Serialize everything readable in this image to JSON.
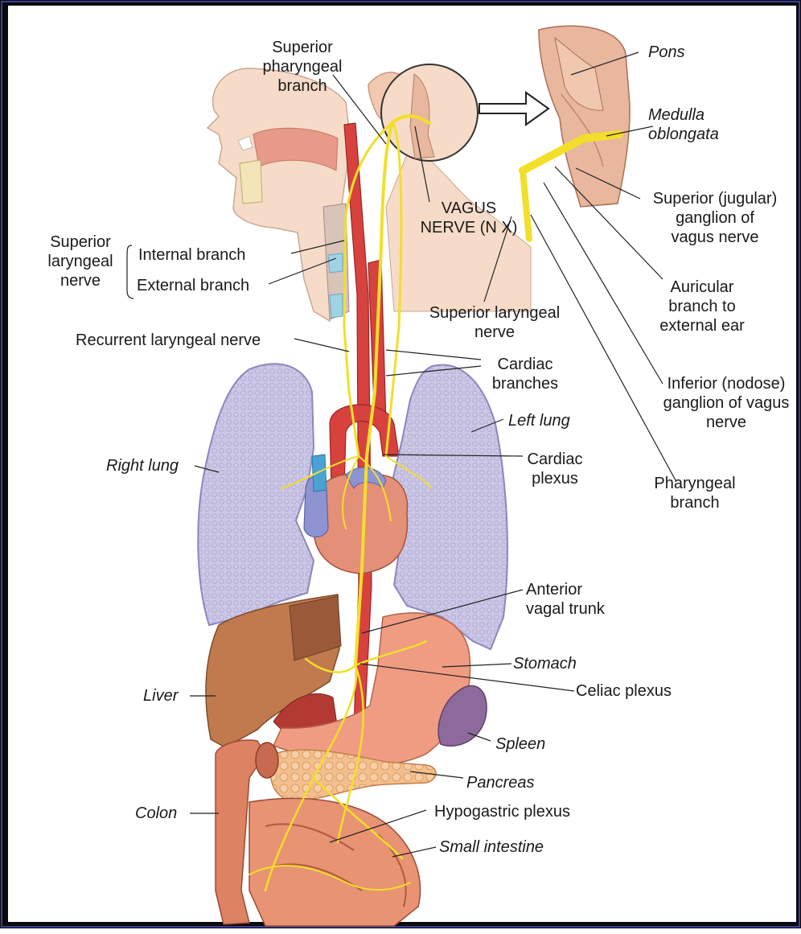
{
  "colors": {
    "frame": "#0a0a0a",
    "frame_inner": "#3b3f9a",
    "nerve": "#f2df2a",
    "artery": "#d7423f",
    "lung": "#c8c3e3",
    "heart": "#e48f78",
    "liver": "#c07a4e",
    "stomach": "#ef9c82",
    "spleen": "#8c6b9c",
    "pancreas": "#f2b886",
    "intestine": "#de8264",
    "skin": "#f6dcc8",
    "brainstem": "#e8b79d"
  },
  "icons": {
    "arrow": "magnify-arrow-icon",
    "circle": "magnifier-circle-icon"
  },
  "labels": {
    "superior_pharyngeal_branch": "Superior\npharyngeal\nbranch",
    "pons": "Pons",
    "medulla": "Medulla\noblongata",
    "superior_ganglion": "Superior (jugular)\nganglion of\nvagus nerve",
    "vagus_nerve": "VAGUS\nNERVE (N X)",
    "superior_laryngeal_nerve_group": "Superior\nlaryngeal\nnerve",
    "internal_branch": "Internal branch",
    "external_branch": "External branch",
    "auricular_branch": "Auricular\nbranch to\nexternal ear",
    "superior_laryngeal_nerve": "Superior laryngeal\nnerve",
    "recurrent_laryngeal_nerve": "Recurrent laryngeal nerve",
    "cardiac_branches": "Cardiac\nbranches",
    "inferior_ganglion": "Inferior (nodose)\nganglion of vagus\nnerve",
    "left_lung": "Left lung",
    "right_lung": "Right lung",
    "cardiac_plexus": "Cardiac\nplexus",
    "pharyngeal_branch": "Pharyngeal\nbranch",
    "anterior_vagal_trunk": "Anterior\nvagal trunk",
    "stomach": "Stomach",
    "liver": "Liver",
    "celiac_plexus": "Celiac plexus",
    "spleen": "Spleen",
    "pancreas": "Pancreas",
    "colon": "Colon",
    "hypogastric_plexus": "Hypogastric plexus",
    "small_intestine": "Small intestine"
  }
}
